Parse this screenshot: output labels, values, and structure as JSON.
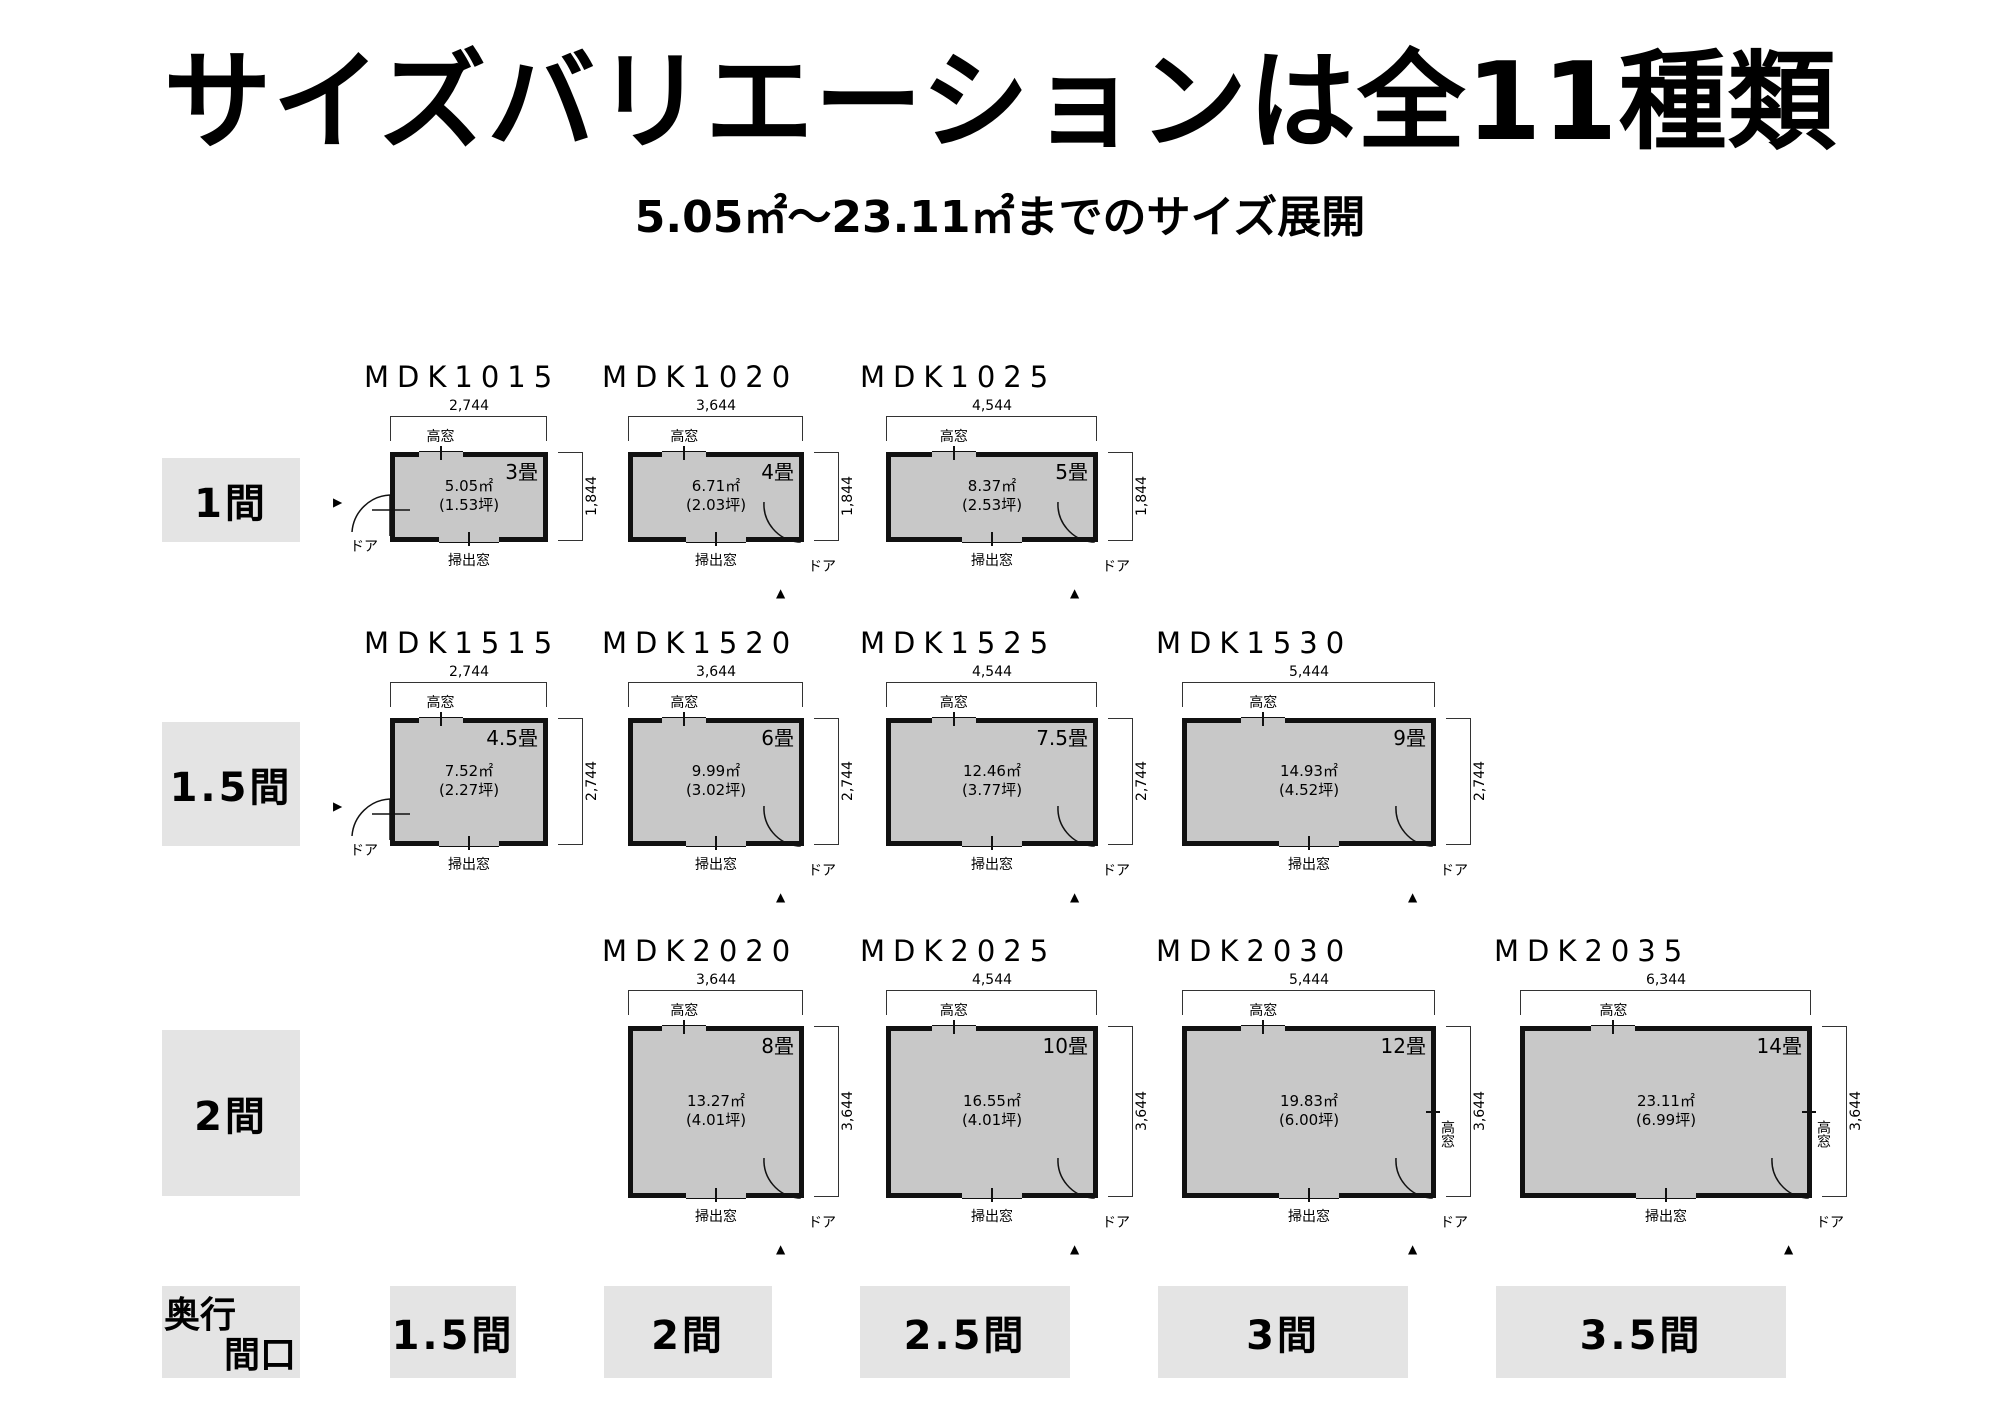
{
  "header": {
    "title": "サイズバリエーションは全11種類",
    "subtitle": "5.05㎡〜23.11㎡までのサイズ展開"
  },
  "labels": {
    "common": {
      "high_window": "高窓",
      "sweep_window": "掃出窓",
      "door": "ドア",
      "door_marker": "▲"
    },
    "rows": [
      "1間",
      "1.5間",
      "2間"
    ],
    "corner": {
      "top": "奥行",
      "bottom": "間口"
    },
    "columns": [
      "1.5間",
      "2間",
      "2.5間",
      "3間",
      "3.5間"
    ]
  },
  "units": [
    {
      "model": "MDK1015",
      "width": "2,744",
      "depth": "1,844",
      "mats": "3畳",
      "area_m2": "5.05㎡",
      "area_tsubo": "(1.53坪)",
      "door": "left"
    },
    {
      "model": "MDK1020",
      "width": "3,644",
      "depth": "1,844",
      "mats": "4畳",
      "area_m2": "6.71㎡",
      "area_tsubo": "(2.03坪)",
      "door": "right"
    },
    {
      "model": "MDK1025",
      "width": "4,544",
      "depth": "1,844",
      "mats": "5畳",
      "area_m2": "8.37㎡",
      "area_tsubo": "(2.53坪)",
      "door": "right"
    },
    {
      "model": "MDK1515",
      "width": "2,744",
      "depth": "2,744",
      "mats": "4.5畳",
      "area_m2": "7.52㎡",
      "area_tsubo": "(2.27坪)",
      "door": "left"
    },
    {
      "model": "MDK1520",
      "width": "3,644",
      "depth": "2,744",
      "mats": "6畳",
      "area_m2": "9.99㎡",
      "area_tsubo": "(3.02坪)",
      "door": "right"
    },
    {
      "model": "MDK1525",
      "width": "4,544",
      "depth": "2,744",
      "mats": "7.5畳",
      "area_m2": "12.46㎡",
      "area_tsubo": "(3.77坪)",
      "door": "right"
    },
    {
      "model": "MDK1530",
      "width": "5,444",
      "depth": "2,744",
      "mats": "9畳",
      "area_m2": "14.93㎡",
      "area_tsubo": "(4.52坪)",
      "door": "right"
    },
    {
      "model": "MDK2020",
      "width": "3,644",
      "depth": "3,644",
      "mats": "8畳",
      "area_m2": "13.27㎡",
      "area_tsubo": "(4.01坪)",
      "door": "right"
    },
    {
      "model": "MDK2025",
      "width": "4,544",
      "depth": "3,644",
      "mats": "10畳",
      "area_m2": "16.55㎡",
      "area_tsubo": "(4.01坪)",
      "door": "right"
    },
    {
      "model": "MDK2030",
      "width": "5,444",
      "depth": "3,644",
      "mats": "12畳",
      "area_m2": "19.83㎡",
      "area_tsubo": "(6.00坪)",
      "door": "right",
      "side_window": true
    },
    {
      "model": "MDK2035",
      "width": "6,344",
      "depth": "3,644",
      "mats": "14畳",
      "area_m2": "23.11㎡",
      "area_tsubo": "(6.99坪)",
      "door": "right",
      "side_window": true
    }
  ]
}
